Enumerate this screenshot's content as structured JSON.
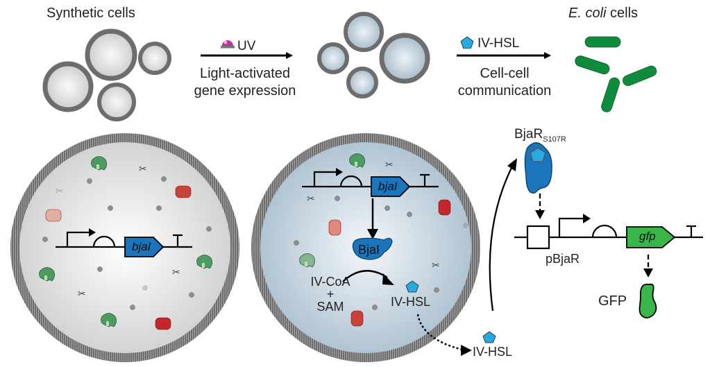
{
  "top_row": {
    "synthetic_cells_label": "Synthetic cells",
    "ecoli_label_italic": "E. coli",
    "ecoli_label_rest": " cells",
    "step1": {
      "signal_label": "UV",
      "caption_line1": "Light-activated",
      "caption_line2": "gene expression",
      "signal_icon": "uv-lamp-icon"
    },
    "step2": {
      "signal_label": "IV-HSL",
      "caption_line1": "Cell-cell",
      "caption_line2": "communication",
      "signal_icon": "pentagon-icon"
    }
  },
  "left_cell": {
    "gene_label": "bjaI",
    "state": "uninduced"
  },
  "middle_cell": {
    "gene_label": "bjaI",
    "enzyme_label": "BjaI",
    "substrate_line1": "IV-CoA",
    "substrate_plus": "+",
    "substrate_line2": "SAM",
    "product_label": "IV-HSL",
    "exported_label": "IV-HSL"
  },
  "receiver": {
    "receptor_label": "BjaR",
    "receptor_subscript": "S107R",
    "promoter_label": "pBjaR",
    "gene_label": "gfp",
    "protein_label": "GFP"
  },
  "colors": {
    "gene_blue": "#1a75bc",
    "hsl_cyan": "#27aae1",
    "gfp_green": "#39b54a",
    "ecoli_green": "#0f8c3b",
    "uv_magenta": "#c2309a",
    "membrane_gray": "#7a7a7a",
    "ribosome_green": "#4f9a63",
    "rnap_red": "#c1272d"
  }
}
